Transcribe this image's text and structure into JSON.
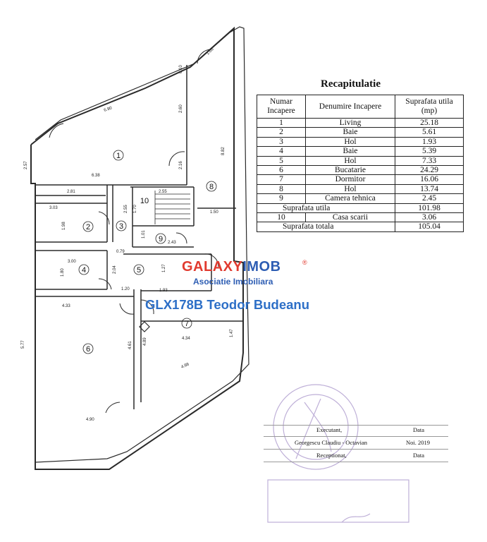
{
  "table": {
    "title": "Recapitulatie",
    "headers": [
      "Numar\nIncapere",
      "Denumire Incapere",
      "Suprafata utila\n(mp)"
    ],
    "rows": [
      [
        "1",
        "Living",
        "25.18"
      ],
      [
        "2",
        "Baie",
        "5.61"
      ],
      [
        "3",
        "Hol",
        "1.93"
      ],
      [
        "4",
        "Baie",
        "5.39"
      ],
      [
        "5",
        "Hol",
        "7.33"
      ],
      [
        "6",
        "Bucatarie",
        "24.29"
      ],
      [
        "7",
        "Dormitor",
        "16.06"
      ],
      [
        "8",
        "Hol",
        "13.74"
      ],
      [
        "9",
        "Camera tehnica",
        "2.45"
      ]
    ],
    "summary_useful": {
      "label": "Suprafata utila",
      "value": "101.98"
    },
    "stair_row": [
      "10",
      "Casa scarii",
      "3.06"
    ],
    "summary_total": {
      "label": "Suprafata totala",
      "value": "105.04"
    }
  },
  "watermark": {
    "brand_part1": "GALAXY",
    "brand_part2": "IMOB",
    "reg": "®",
    "subtitle": "Asociatie Imobiliara",
    "listing_code": "GLX178B Teodor Budeanu"
  },
  "signature": {
    "executant": "Executant,",
    "data1": "Data",
    "name": "Georgescu Claudiu - Octavian",
    "date": "Noi. 2019",
    "receptionat": "Receptionat,",
    "data2": "Data"
  },
  "plan": {
    "rooms": [
      "1",
      "2",
      "3",
      "4",
      "5",
      "6",
      "7",
      "8",
      "9",
      "10"
    ],
    "dimensions": [
      "6.90",
      "2.60",
      "2.57",
      "6.38",
      "2.16",
      "2.81",
      "2.55",
      "8.82",
      "1.03",
      "1.50",
      "3.03",
      "1.98",
      "2.55",
      "1.70",
      "1.01",
      "2.43",
      "0.79",
      "3.00",
      "1.80",
      "2.04",
      "1.27",
      "1.20",
      "1.93",
      "4.33",
      "5.77",
      "4.61",
      "4.89",
      "4.34",
      "1.47",
      "4.86",
      "4.90",
      "0.10"
    ],
    "colors": {
      "wall": "#2a2a2a",
      "stamp": "#8a6fb8",
      "brand_red": "#e13a2f",
      "brand_blue": "#2d5db3"
    }
  }
}
